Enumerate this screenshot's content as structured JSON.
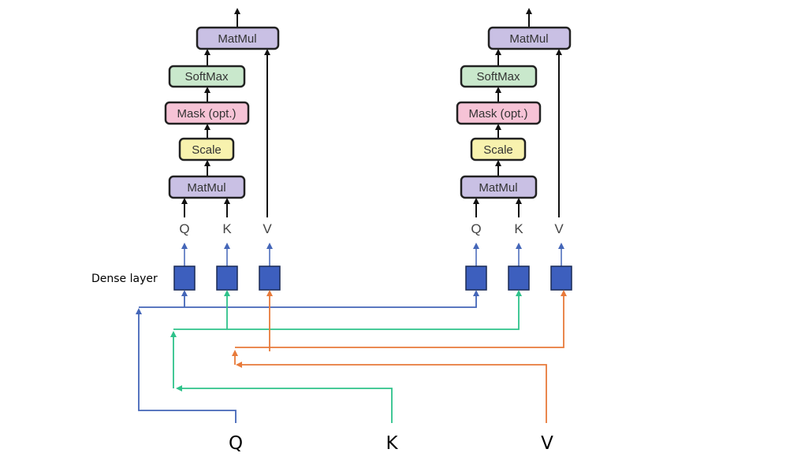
{
  "attention_block": {
    "matmul_top": "MatMul",
    "softmax": "SoftMax",
    "mask": "Mask (opt.)",
    "scale": "Scale",
    "matmul_bottom": "MatMul",
    "q": "Q",
    "k": "K",
    "v": "V"
  },
  "dense_layer_label": "Dense layer",
  "inputs": {
    "q": "Q",
    "k": "K",
    "v": "V"
  },
  "colors": {
    "q_line": "#4466b8",
    "k_line": "#2ec28a",
    "v_line": "#e87a3a",
    "dense_fill": "#3d5fbe",
    "matmul_fill": "#c9c0e4",
    "softmax_fill": "#c9e8cc",
    "mask_fill": "#f6c3d6",
    "scale_fill": "#f8f2ae"
  }
}
